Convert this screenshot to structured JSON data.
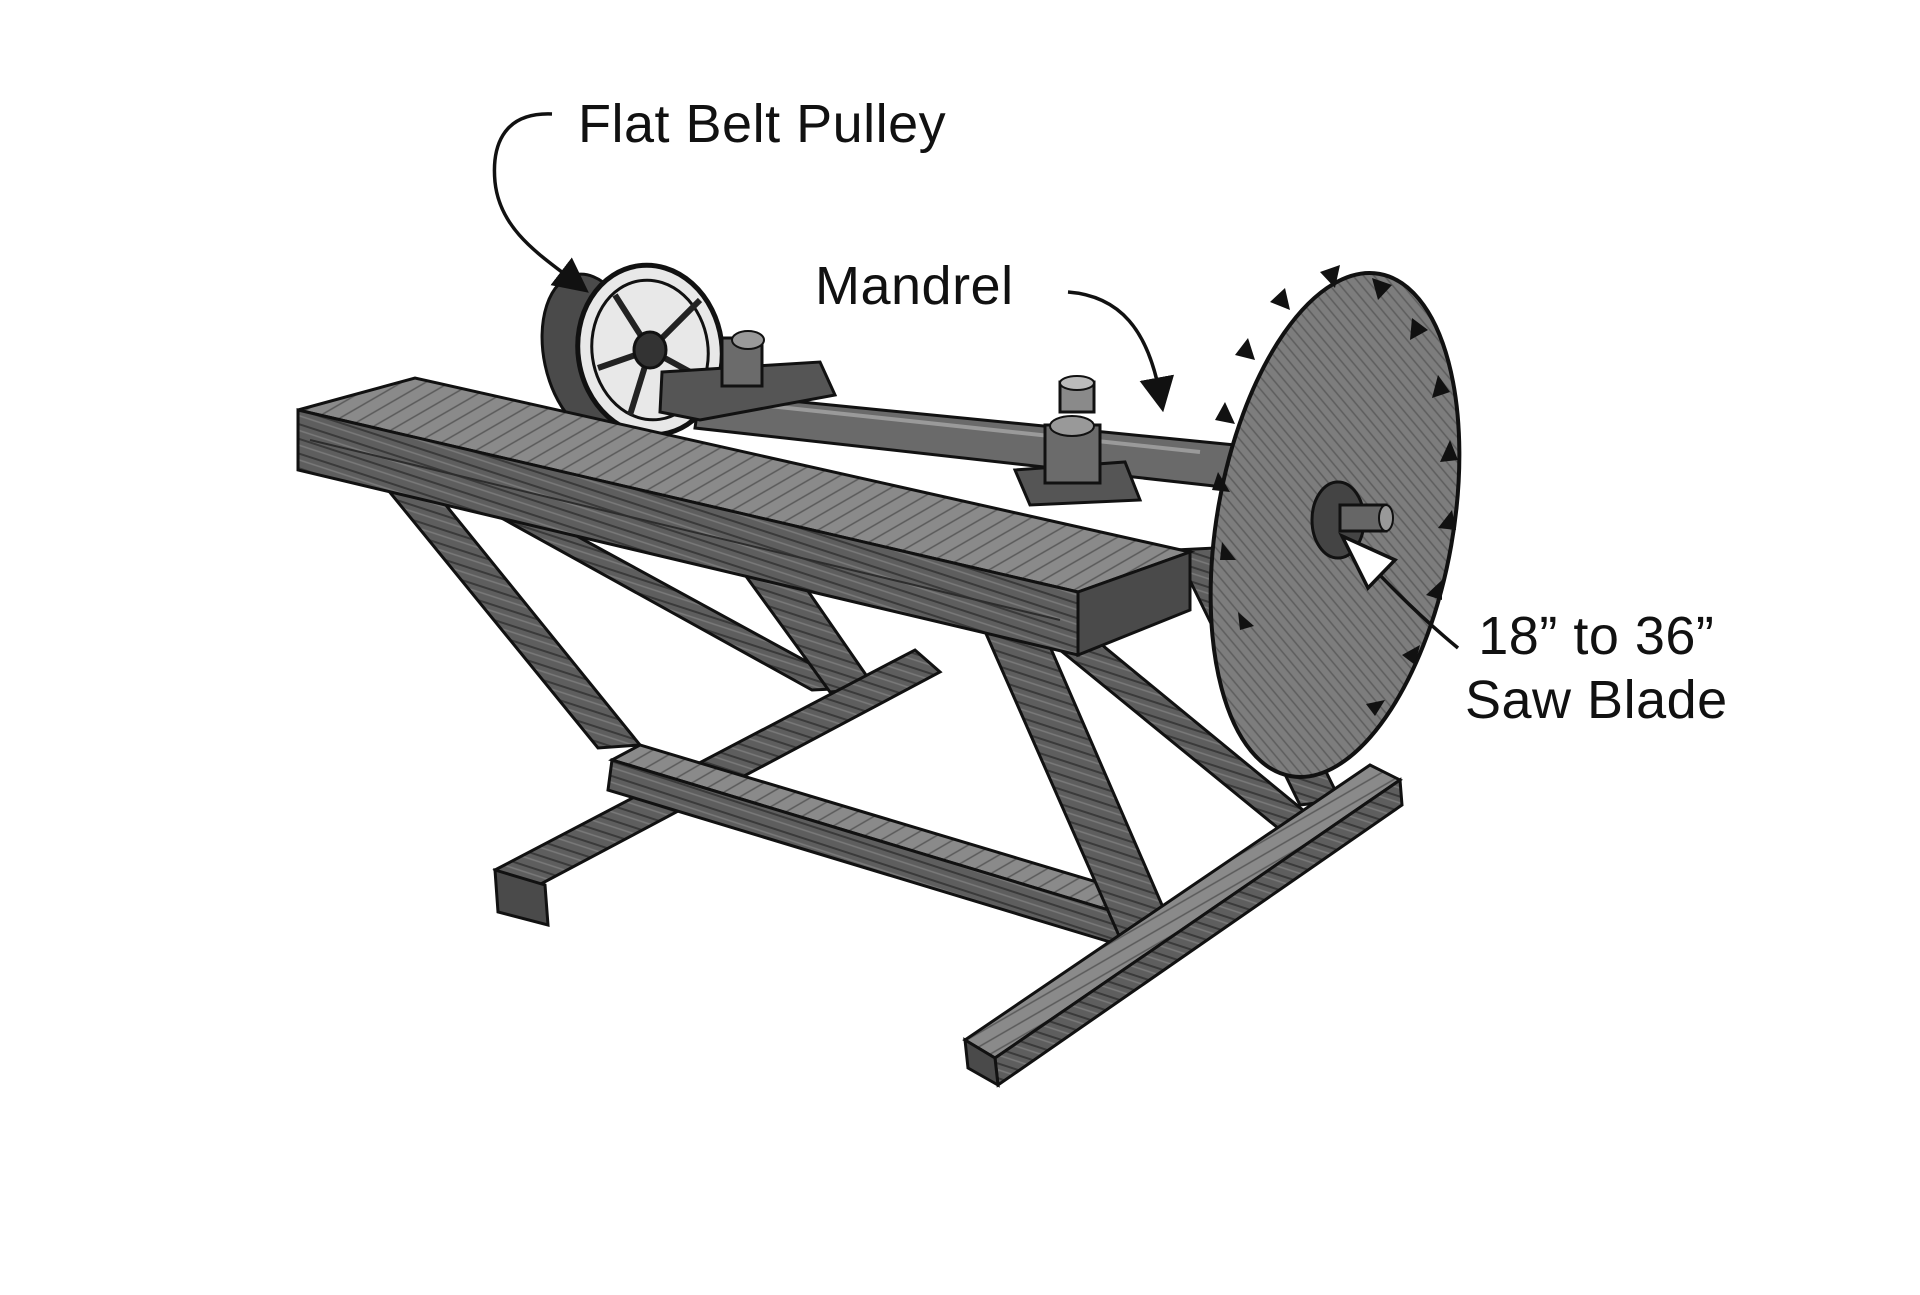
{
  "labels": {
    "pulley": "Flat Belt Pulley",
    "mandrel": "Mandrel",
    "blade_line1": "18” to 36”",
    "blade_line2": "Saw Blade"
  },
  "colors": {
    "ink": "#111111",
    "wood_dark": "#3a3a3a",
    "wood_mid": "#5e5e5e",
    "wood_light": "#8f8f8f",
    "blade": "#7a7a7a"
  }
}
